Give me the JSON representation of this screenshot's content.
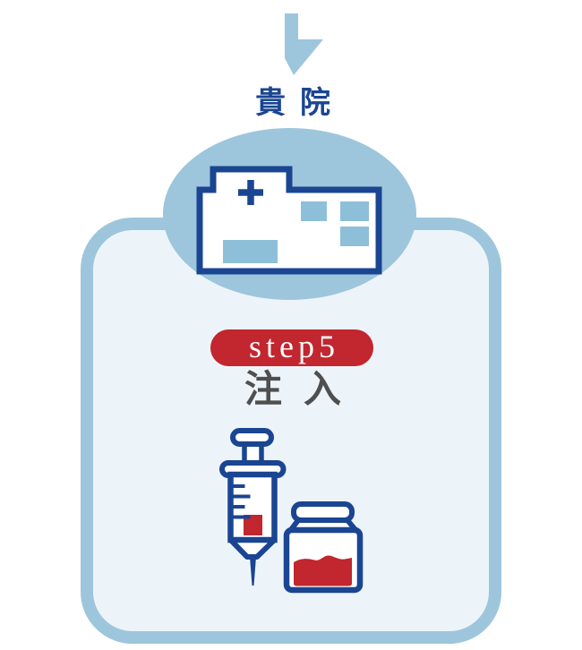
{
  "colors": {
    "page-bg": "#ffffff",
    "light-blue": "#9dc6dc",
    "window-blue": "#8ebfd8",
    "navy": "#1a4592",
    "red": "#c2262e",
    "gray-text": "#4f4f4f",
    "card-fill": "#edf4f9"
  },
  "header": {
    "arrow_icon": "down-arrow-icon",
    "location_label": "貴院"
  },
  "hospital": {
    "icon": "hospital-icon"
  },
  "step_card": {
    "badge_label": "step5",
    "title": "注入",
    "illustration_icons": [
      "syringe-icon",
      "medicine-vial-icon"
    ]
  }
}
